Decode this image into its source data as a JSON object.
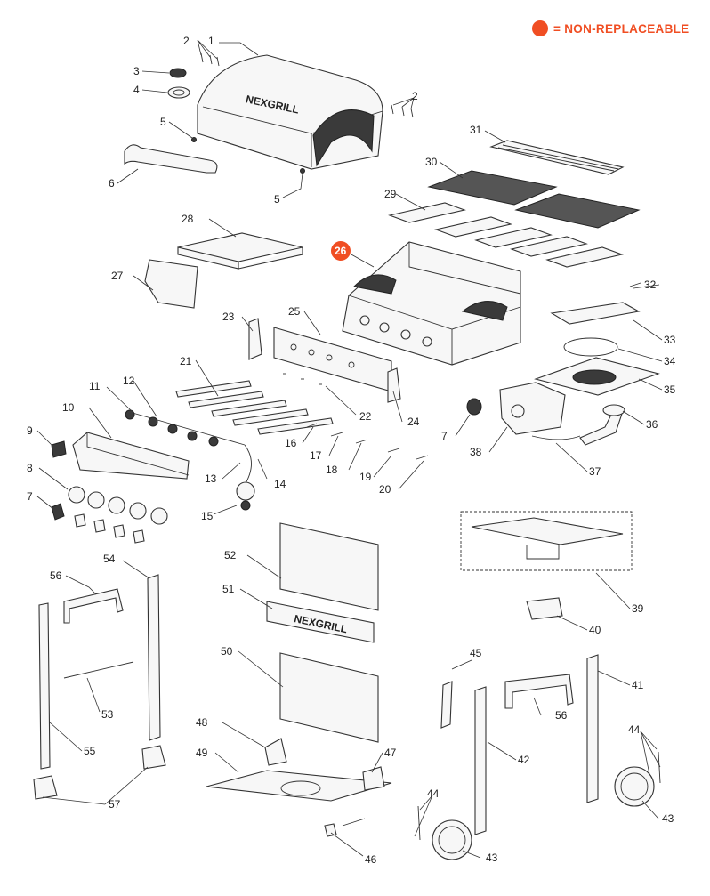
{
  "legend": {
    "symbol_color": "#f04e23",
    "text": "= NON-REPLACEABLE"
  },
  "part_numbers": [
    "1",
    "2",
    "2",
    "3",
    "4",
    "5",
    "5",
    "6",
    "7",
    "7",
    "8",
    "9",
    "10",
    "11",
    "12",
    "13",
    "14",
    "15",
    "16",
    "17",
    "18",
    "19",
    "20",
    "21",
    "22",
    "23",
    "24",
    "25",
    "26",
    "27",
    "28",
    "29",
    "30",
    "31",
    "32",
    "33",
    "34",
    "35",
    "36",
    "37",
    "38",
    "39",
    "40",
    "41",
    "42",
    "43",
    "43",
    "44",
    "44",
    "45",
    "46",
    "47",
    "48",
    "49",
    "50",
    "51",
    "52",
    "53",
    "54",
    "55",
    "56",
    "56",
    "57"
  ],
  "non_replaceable": "26",
  "brand_mark": "NEXGRILL"
}
